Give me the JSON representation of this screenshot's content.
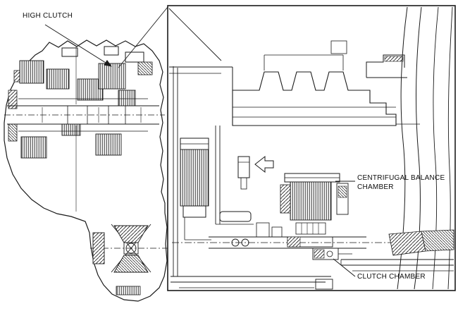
{
  "figure": {
    "type": "technical-cross-section",
    "description_visible": false
  },
  "labels": {
    "high_clutch": "HIGH CLUTCH",
    "centrifugal_balance_line1": "CENTRIFUGAL BALANCE",
    "centrifugal_balance_line2": "CHAMBER",
    "clutch_chamber": "CLUTCH CHAMBER"
  },
  "colors": {
    "line": "#1a1a1a",
    "background": "#ffffff"
  }
}
